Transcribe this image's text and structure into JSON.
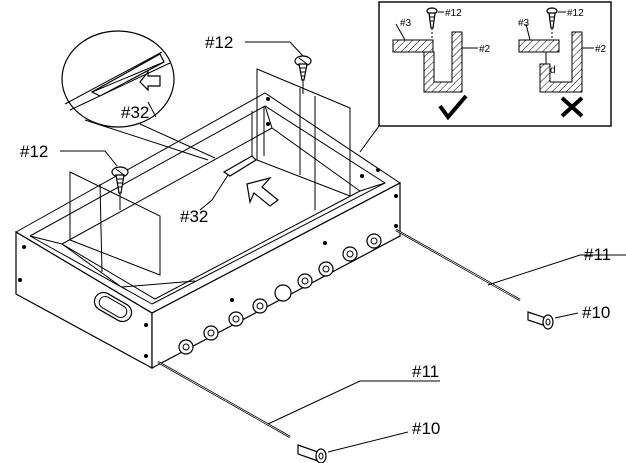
{
  "labels": {
    "screw_top": "#12",
    "screw_left": "#12",
    "wedge_callout": "#32",
    "wedge_box": "#32",
    "rod_right": "#11",
    "rod_bottom": "#11",
    "pin_right": "#10",
    "pin_bottom": "#10"
  },
  "inset": {
    "correct": {
      "part3": "#3",
      "screw": "#12",
      "part2": "#2"
    },
    "wrong": {
      "part3": "#3",
      "screw": "#12",
      "part2": "#2",
      "gap": "d"
    }
  },
  "icons": {
    "correct_mark": "check-icon",
    "wrong_mark": "cross-icon",
    "direction": "arrow-icon"
  }
}
